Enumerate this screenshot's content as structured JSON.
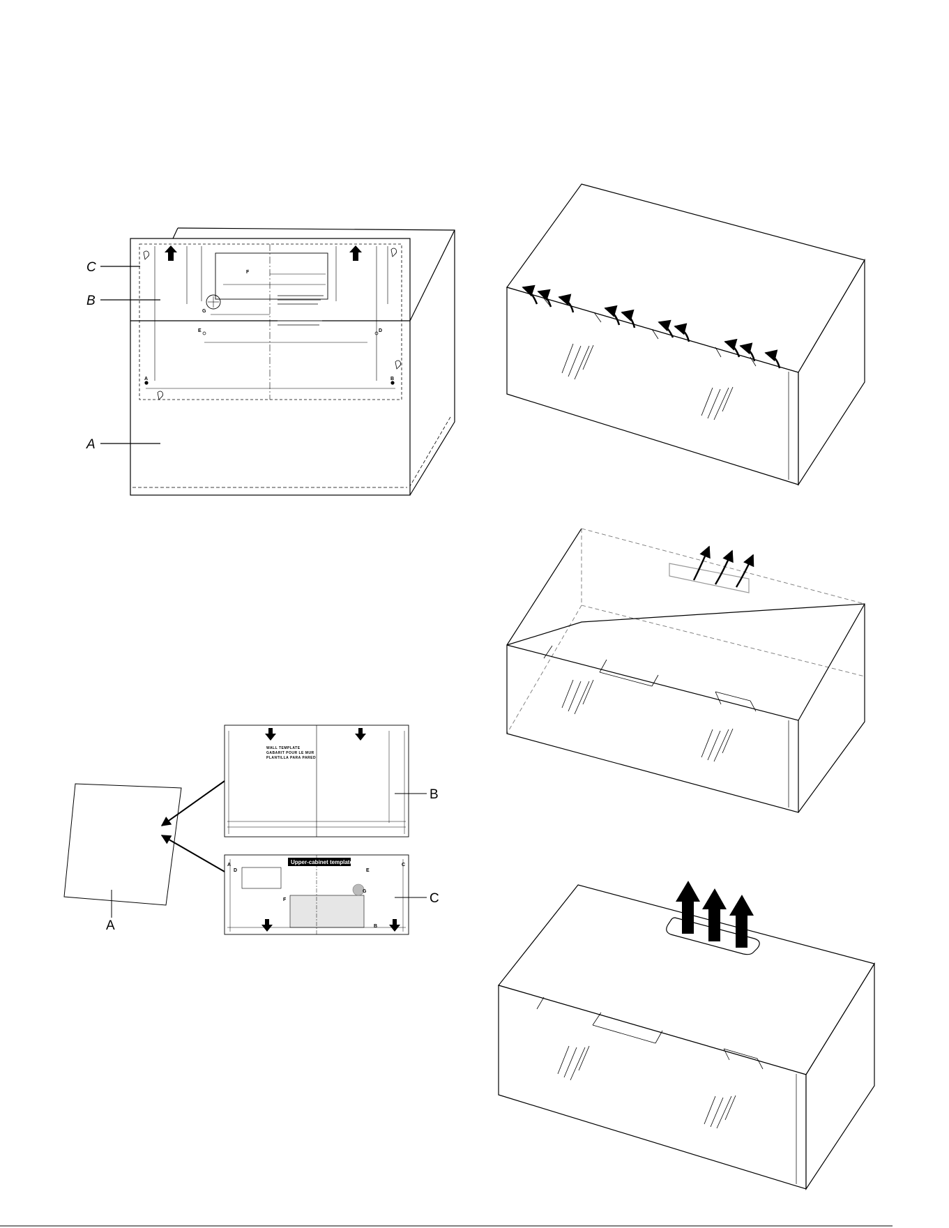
{
  "figure1": {
    "labels": {
      "a": "A",
      "b": "B",
      "c": "C"
    },
    "template_points": {
      "a": "A",
      "b": "B",
      "d": "D",
      "e": "E",
      "f": "F",
      "g": "G"
    }
  },
  "figure4": {
    "labels": {
      "a": "A",
      "b": "B",
      "c": "C"
    },
    "wall_template": {
      "title_line1": "WALL TEMPLATE",
      "title_line2": "GABARIT POUR LE MUR",
      "title_line3": "PLANTILLA PARA PARED"
    },
    "upper_template": {
      "banner": "Upper-cabinet template",
      "points": {
        "a": "A",
        "b": "B",
        "c": "C",
        "d": "D",
        "e": "E",
        "f": "F",
        "g": "G"
      }
    }
  }
}
